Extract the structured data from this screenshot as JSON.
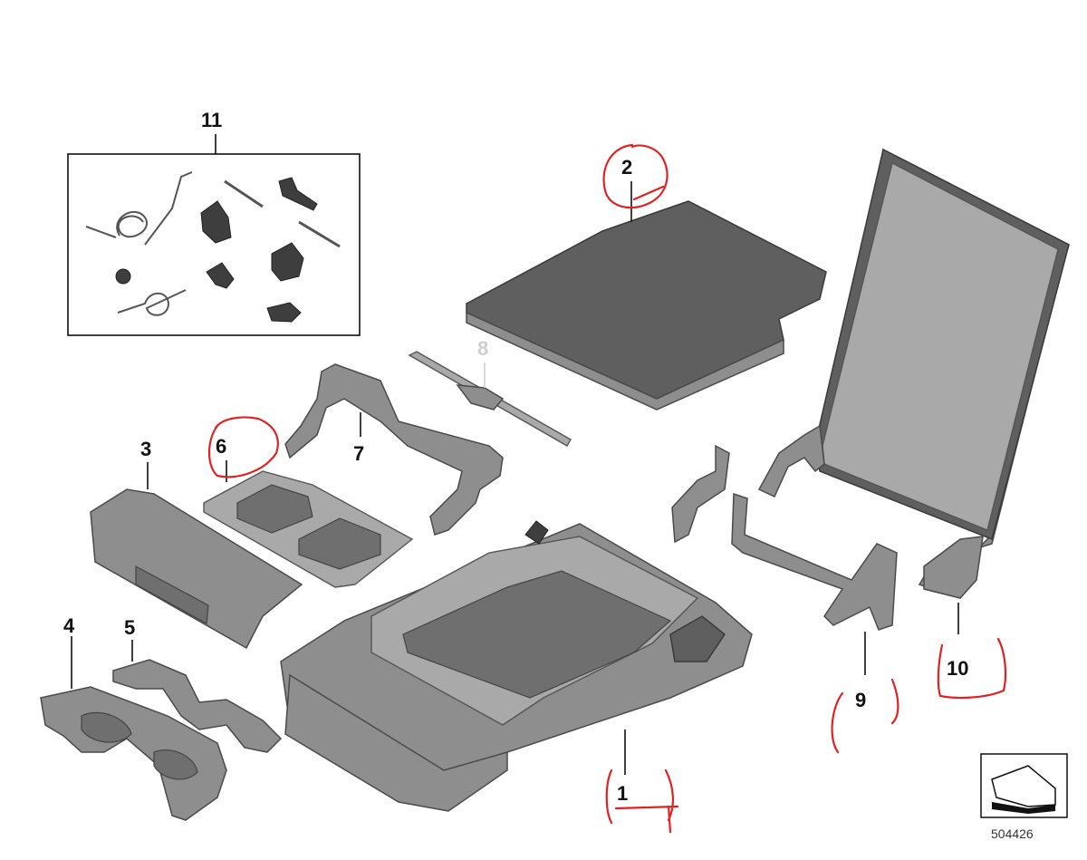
{
  "callouts": {
    "c1": "1",
    "c2": "2",
    "c3": "3",
    "c4": "4",
    "c5": "5",
    "c6": "6",
    "c7": "7",
    "c8": "8",
    "c9": "9",
    "c10": "10",
    "c11": "11"
  },
  "catalog_number": "504426",
  "colors": {
    "part_fill": "#8e8e8e",
    "annotation_red": "#e02222",
    "callout_text": "#111111"
  }
}
